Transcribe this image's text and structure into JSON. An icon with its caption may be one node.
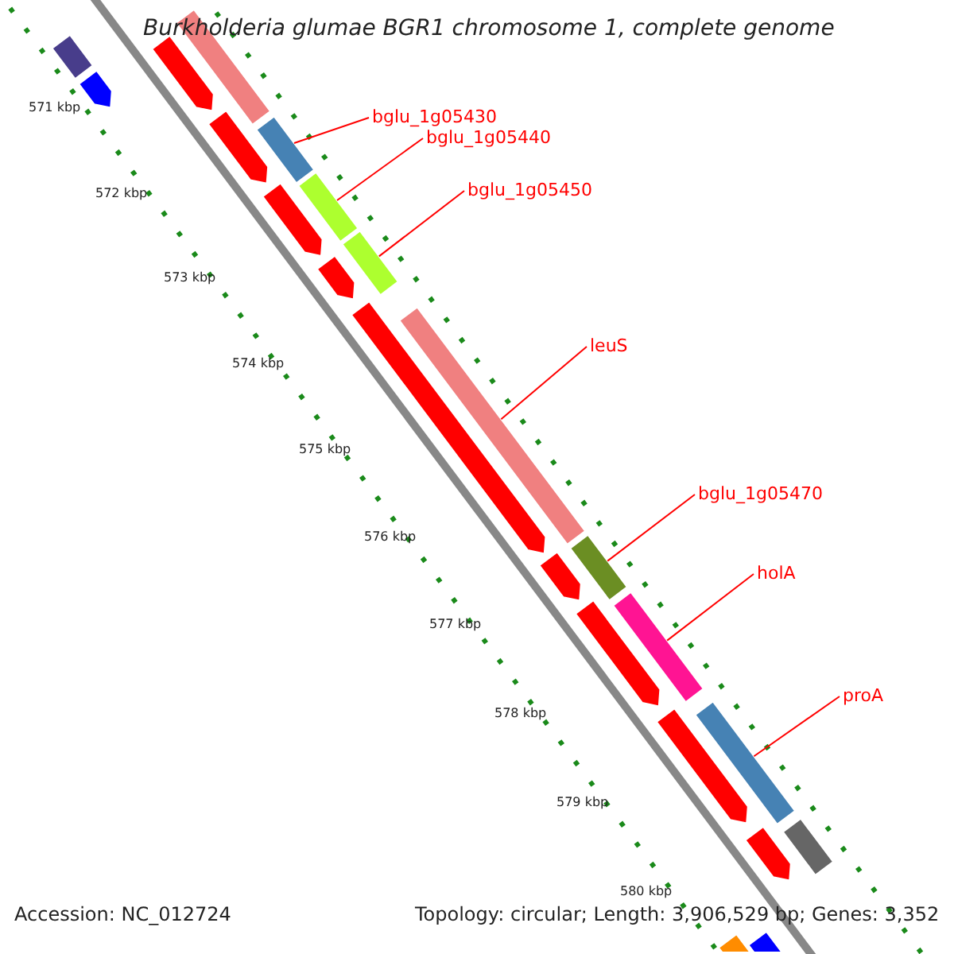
{
  "diagram": {
    "title": "Burkholderia glumae BGR1 chromosome 1, complete genome",
    "nodes": [
      {
        "text": [
          "bglu_1g05430"
        ]
      },
      {
        "text": [
          "bglu_1g05440"
        ]
      },
      {
        "text": [
          "bglu_1g05450"
        ]
      },
      {
        "text": [
          "leuS"
        ]
      },
      {
        "text": [
          "bglu_1g05470"
        ]
      },
      {
        "text": [
          "holA"
        ]
      },
      {
        "text": [
          "proA"
        ]
      },
      {
        "text": [],
        "shape": "bar"
      },
      {
        "text": [],
        "shape": "bar"
      },
      {
        "text": [],
        "shape": "pentagon"
      },
      {
        "text": [],
        "shape": "pentagon"
      },
      {
        "text": [],
        "shape": "pentagon"
      },
      {
        "text": [],
        "shape": "bar"
      },
      {
        "text": [],
        "shape": "pentagon"
      },
      {
        "text": [],
        "shape": "bar"
      },
      {
        "text": [],
        "shape": "bar"
      },
      {
        "text": [],
        "shape": "pentagon"
      },
      {
        "text": [],
        "shape": "pentagon"
      },
      {
        "text": [],
        "shape": "bar"
      },
      {
        "text": [],
        "shape": "pentagon"
      },
      {
        "text": [],
        "shape": "bar"
      },
      {
        "text": [],
        "shape": "pentagon"
      },
      {
        "text": [],
        "shape": "bar"
      },
      {
        "text": [],
        "shape": "pentagon"
      },
      {
        "text": [],
        "shape": "bar"
      },
      {
        "text": [],
        "shape": "pentagon"
      },
      {
        "text": [],
        "shape": "bar"
      },
      {
        "text": [],
        "shape": "bar"
      },
      {
        "text": [],
        "shape": "bar"
      }
    ],
    "edges": [
      {
        "from": 0,
        "to": 12,
        "arrow": "none"
      },
      {
        "from": 1,
        "to": 14,
        "arrow": "none"
      },
      {
        "from": 2,
        "to": 15,
        "arrow": "none"
      },
      {
        "from": 3,
        "to": 18,
        "arrow": "none"
      },
      {
        "from": 4,
        "to": 20,
        "arrow": "none"
      },
      {
        "from": 5,
        "to": 22,
        "arrow": "none"
      },
      {
        "from": 6,
        "to": 24,
        "arrow": "none"
      }
    ],
    "labels": [
      "571 kbp",
      "572 kbp",
      "573 kbp",
      "574 kbp",
      "575 kbp",
      "576 kbp",
      "577 kbp",
      "578 kbp",
      "579 kbp",
      "580 kbp",
      "Accession: NC_012724",
      "Topology: circular; Length: 3,906,529 bp; Genes: 3,352"
    ]
  }
}
